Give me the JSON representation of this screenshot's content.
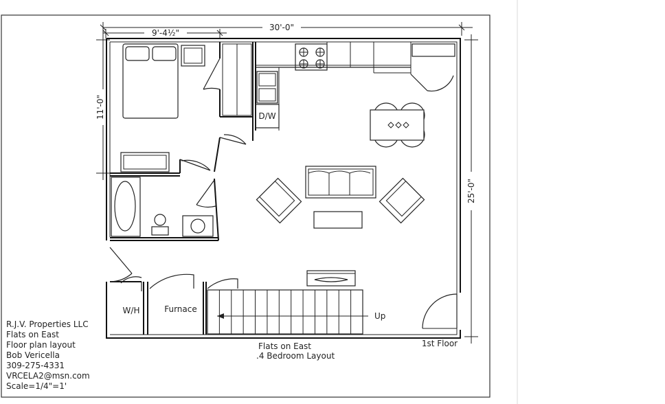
{
  "dimensions": {
    "overall_width": "30'-0\"",
    "bedroom_width": "9'-4½\"",
    "bedroom_depth": "11'-0\"",
    "overall_depth": "25'-0\""
  },
  "labels": {
    "dishwasher": "D/W",
    "water_heater": "W/H",
    "furnace": "Furnace",
    "stairs_direction": "Up",
    "floor": "1st Floor",
    "drawing_title": "Flats on East",
    "drawing_subtitle": ".4 Bedroom Layout"
  },
  "title_block": {
    "company": "R.J.V. Properties LLC",
    "project": "Flats on East",
    "description": "Floor plan layout",
    "contact_name": "Bob Vericella",
    "phone": "309-275-4331",
    "email": "VRCELA2@msn.com",
    "scale": "Scale=1/4\"=1'"
  }
}
